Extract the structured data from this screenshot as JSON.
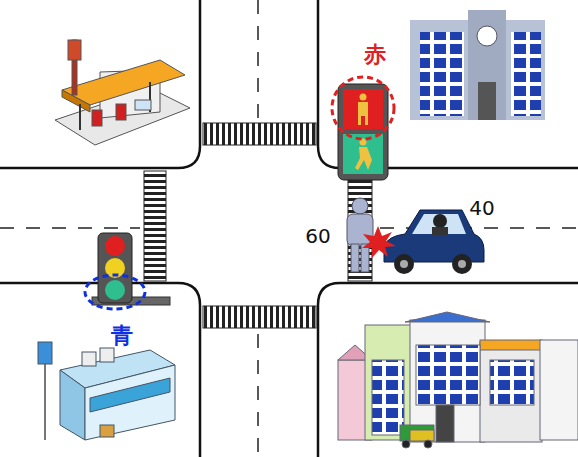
{
  "diagram": {
    "labels": [
      "赤",
      "40",
      "60",
      "青"
    ]
  }
}
